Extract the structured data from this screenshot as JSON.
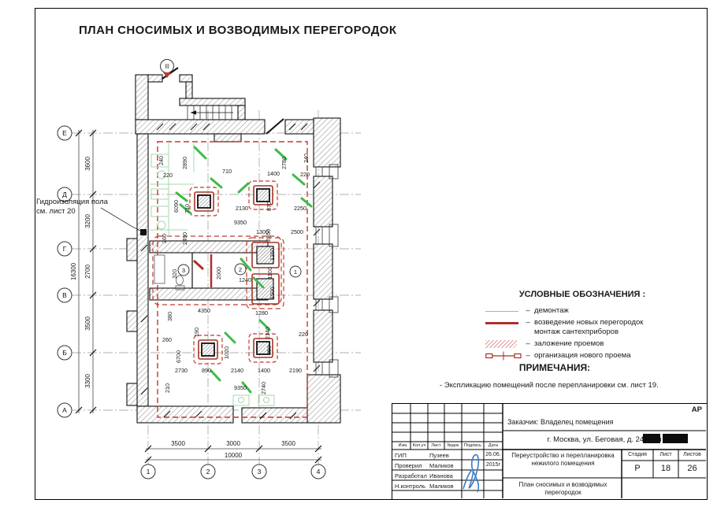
{
  "page": {
    "title": "ПЛАН СНОСИМЫХ И ВОЗВОДИМЫХ ПЕРЕГОРОДОК"
  },
  "plan": {
    "entry_label": "II",
    "waterproof_note": [
      "Гидроизоляция пола",
      "см. лист 20"
    ],
    "axes_rows": [
      "Е",
      "Д",
      "Г",
      "В",
      "Б",
      "А"
    ],
    "axes_cols": [
      "1",
      "2",
      "3",
      "4"
    ],
    "row_dims": [
      "3600",
      "3200",
      "2700",
      "3500",
      "3300"
    ],
    "row_total": "16300",
    "col_dims": [
      "3500",
      "3000",
      "3500"
    ],
    "col_total": "10000",
    "rooms": [
      "1",
      "2",
      "3"
    ],
    "dims": [
      "240",
      "220",
      "2890",
      "710",
      "2130",
      "9350",
      "1400",
      "870",
      "2250",
      "2780",
      "240",
      "220",
      "6090",
      "710",
      "2490",
      "260",
      "1300",
      "2350",
      "2500",
      "320",
      "2000",
      "1240",
      "1260",
      "1100",
      "1500",
      "4350",
      "380",
      "1280",
      "2140",
      "220",
      "260",
      "190",
      "6700",
      "1020",
      "850",
      "2730",
      "890",
      "2140",
      "1400",
      "2190",
      "9350",
      "2740",
      "210"
    ]
  },
  "legend": {
    "title": "УСЛОВНЫЕ ОБОЗНАЧЕНИЯ :",
    "dash": "–",
    "items": [
      {
        "symbol": "green-thin-line",
        "label": "демонтаж"
      },
      {
        "symbol": "red-thick-line",
        "label": "возведение новых перегородок",
        "label2": "монтаж сантехприборов"
      },
      {
        "symbol": "pink-hatch",
        "label": "заложение проемов"
      },
      {
        "symbol": "red-opening-mark",
        "label": "организация нового проема"
      }
    ]
  },
  "notes": {
    "title": "ПРИМЕЧАНИЯ:",
    "items": [
      "- Экспликацию помещений после перепланировки см. лист 19."
    ]
  },
  "stamp": {
    "code": "АР",
    "client": "Заказчик: Владелец помещения",
    "address": "г. Москва, ул. Беговая, д. 24, пом",
    "cols": [
      "Изм.",
      "Кол.уч",
      "Лист",
      "№док",
      "Подпись",
      "Дата"
    ],
    "roles": [
      "ГИП",
      "Проверил",
      "Разработал",
      "Н.контроль"
    ],
    "names": [
      "Пузеев",
      "Маликов",
      "Иванова",
      "Маликов"
    ],
    "date1": "26.06.",
    "date2": "2015г",
    "project": "Переустройство и перепланировка нежилого помещения",
    "sheet_title": "План сносимых и возводимых перегородок",
    "stage_label": "Стадия",
    "sheet_label": "Лист",
    "sheets_label": "Листов",
    "stage": "Р",
    "sheet_no": "18",
    "sheets_total": "26"
  },
  "colors": {
    "demolition_green": "#3dbb4a",
    "new_partition_red": "#a93226",
    "perimeter_red_dashed": "#c0392b",
    "wall_hatch_gray": "#9a9a9a",
    "signature_blue": "#3f7cc4"
  }
}
